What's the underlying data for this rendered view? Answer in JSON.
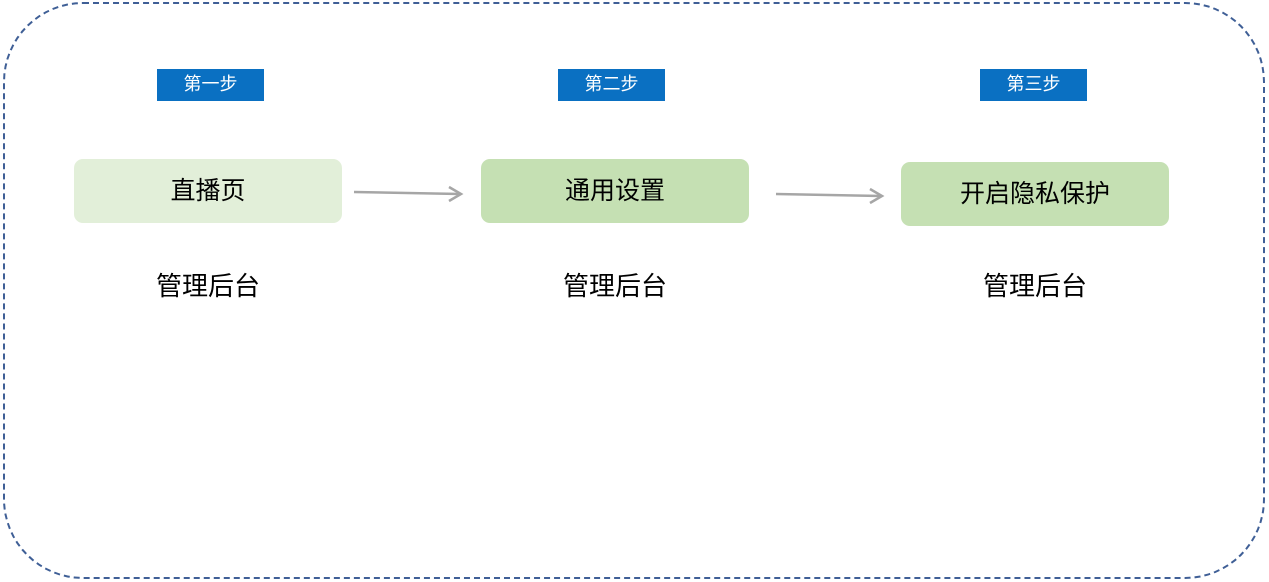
{
  "steps": [
    {
      "badge": "第一步",
      "node": "直播页",
      "caption": "管理后台"
    },
    {
      "badge": "第二步",
      "node": "通用设置",
      "caption": "管理后台"
    },
    {
      "badge": "第三步",
      "node": "开启隐私保护",
      "caption": "管理后台"
    }
  ],
  "colors": {
    "badge": "#0a70c2",
    "node_first": "#e2efd9",
    "node_other": "#c5e0b3",
    "arrow": "#a6a6a6",
    "frame_border": "#3f5f96"
  }
}
